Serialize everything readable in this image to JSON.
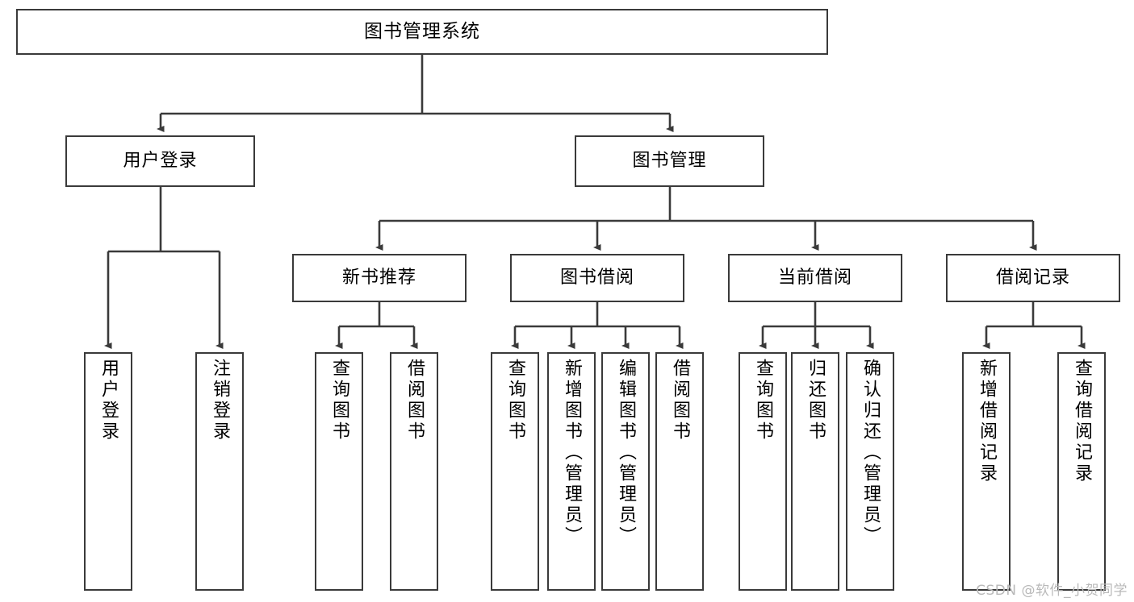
{
  "diagram": {
    "title": "图书管理系统",
    "type": "tree-hierarchy",
    "root": {
      "id": "root",
      "label": "图书管理系统"
    },
    "level1": [
      {
        "id": "user-login",
        "label": "用户登录"
      },
      {
        "id": "book-manage",
        "label": "图书管理"
      }
    ],
    "level2": [
      {
        "id": "new-book-recommend",
        "label": "新书推荐",
        "parent": "book-manage"
      },
      {
        "id": "book-borrow",
        "label": "图书借阅",
        "parent": "book-manage"
      },
      {
        "id": "current-borrow",
        "label": "当前借阅",
        "parent": "book-manage"
      },
      {
        "id": "borrow-record",
        "label": "借阅记录",
        "parent": "book-manage"
      }
    ],
    "leaves": [
      {
        "id": "leaf-user-login",
        "label": "用户登录",
        "parent": "user-login"
      },
      {
        "id": "leaf-user-logout",
        "label": "注销登录",
        "parent": "user-login"
      },
      {
        "id": "leaf-query-book-1",
        "label": "查询图书",
        "parent": "new-book-recommend"
      },
      {
        "id": "leaf-borrow-book-1",
        "label": "借阅图书",
        "parent": "new-book-recommend"
      },
      {
        "id": "leaf-query-book-2",
        "label": "查询图书",
        "parent": "book-borrow"
      },
      {
        "id": "leaf-add-book",
        "label": "新增图书（管理员）",
        "parent": "book-borrow"
      },
      {
        "id": "leaf-edit-book",
        "label": "编辑图书（管理员）",
        "parent": "book-borrow"
      },
      {
        "id": "leaf-borrow-book-2",
        "label": "借阅图书",
        "parent": "book-borrow"
      },
      {
        "id": "leaf-query-book-3",
        "label": "查询图书",
        "parent": "current-borrow"
      },
      {
        "id": "leaf-return-book",
        "label": "归还图书",
        "parent": "current-borrow"
      },
      {
        "id": "leaf-confirm-return",
        "label": "确认归还（管理员）",
        "parent": "current-borrow"
      },
      {
        "id": "leaf-add-record",
        "label": "新增借阅记录",
        "parent": "borrow-record"
      },
      {
        "id": "leaf-query-record",
        "label": "查询借阅记录",
        "parent": "borrow-record"
      }
    ]
  },
  "watermark": {
    "text": "CSDN @软件_小贺同学"
  },
  "colors": {
    "border": "#3a3a3a",
    "background": "#ffffff",
    "text": "#000000",
    "watermark": "#b9b9b9"
  }
}
